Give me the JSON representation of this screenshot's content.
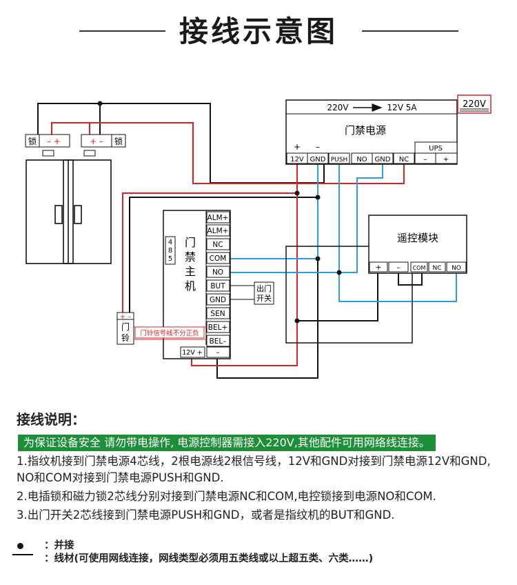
{
  "title": "接线示意图",
  "lock_left": {
    "label": "锁",
    "terminals": "– +"
  },
  "lock_right": {
    "label": "锁",
    "terminals": "+ –"
  },
  "power_supply": {
    "conversion_in": "220V",
    "conversion_out": "12V 5A",
    "name": "门禁电源",
    "plus_mark": "+",
    "minus_mark": "–",
    "ups_label": "UPS",
    "terminals": [
      "12V",
      "GND",
      "PUSH",
      "NO",
      "GND",
      "NC"
    ],
    "ups_terminals": [
      "–",
      "+"
    ]
  },
  "input_label": "220V",
  "remote_module": {
    "name": "遥控模块",
    "terminals": [
      "+",
      "–",
      "COM",
      "NC",
      "NO"
    ]
  },
  "controller": {
    "name_chars": [
      "门",
      "禁",
      "主",
      "机"
    ],
    "port_label": "485",
    "terminals": [
      "ALM+",
      "ALM+",
      "NC",
      "COM",
      "NO",
      "BUT",
      "GND",
      "SEN",
      "BEL+",
      "BEL–"
    ],
    "power_terminals": [
      "12V +",
      "–"
    ]
  },
  "exit_switch": {
    "line1": "出门",
    "line2": "开关"
  },
  "doorbell": {
    "terminals": "+ –",
    "line1": "门",
    "line2": "铃"
  },
  "doorbell_note": "门铃信号线不分正负",
  "section_title": "接线说明：",
  "warning": "为保证设备安全 请勿带电操作, 电源控制器需接入220V,其他配件可用网络线连接。",
  "notes": [
    "1.指纹机接到门禁电源4芯线，2根电源线2根信号线，12V和GND对接到门禁电源12V和GND,",
    "   NO和COM对接到门禁电源PUSH和GND.",
    "2.电插锁和磁力锁2芯线分别对接到门禁电源NC和COM,电控锁接到电源NO和COM.",
    "3.出门开关2芯线接到门禁电源PUSH和GND，或者是指纹机的BUT和GND."
  ],
  "legend": [
    {
      "symbol": "dot",
      "text": "：并接"
    },
    {
      "symbol": "line",
      "text": "：线材(可使用网线连接，网线类型必须用五类线或以上超五类、六类……)"
    }
  ],
  "colors": {
    "black_wire": "#111111",
    "red_wire": "#e02020",
    "blue_wire": "#2a9be0",
    "warning_bg": "#1e8f39"
  }
}
